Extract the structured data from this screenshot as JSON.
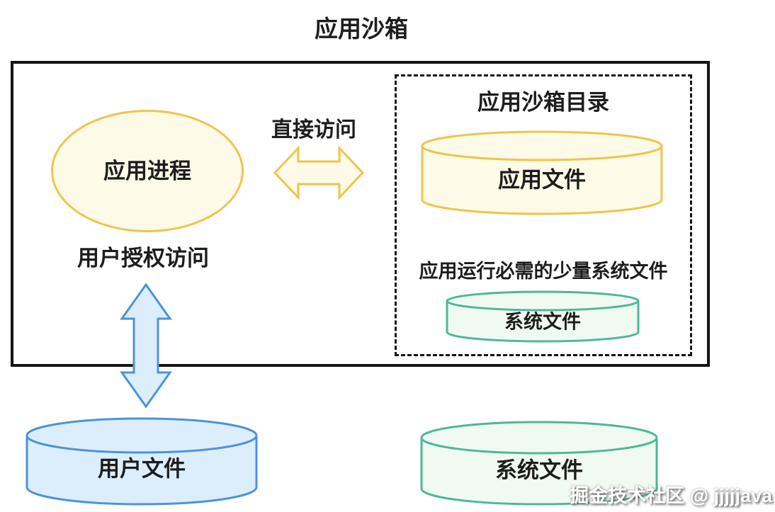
{
  "diagram": {
    "title": "应用沙箱",
    "app_process_label": "应用进程",
    "direct_access_label": "直接访问",
    "user_auth_label": "用户授权访问",
    "directory": {
      "title": "应用沙箱目录",
      "app_files_label": "应用文件",
      "system_note": "应用运行必需的少量系统文件",
      "system_files_label": "系统文件"
    },
    "user_files_label": "用户文件",
    "system_files_label": "系统文件",
    "watermark": "掘金技术社区 @ jjjjjava"
  },
  "icons": {
    "direct_access_arrow": "horizontal-double-arrow",
    "user_auth_arrow": "vertical-double-arrow"
  },
  "colors": {
    "yellow_stroke": "#EFC44A",
    "yellow_fill": "#FDFAE8",
    "green_stroke": "#4BB899",
    "green_fill": "#F1F9F3",
    "blue_stroke": "#4D93DA",
    "blue_fill": "#DCEEFB",
    "boundary": "#141414",
    "text": "#1D1D1D",
    "watermark_text": "#FFFFFF"
  }
}
